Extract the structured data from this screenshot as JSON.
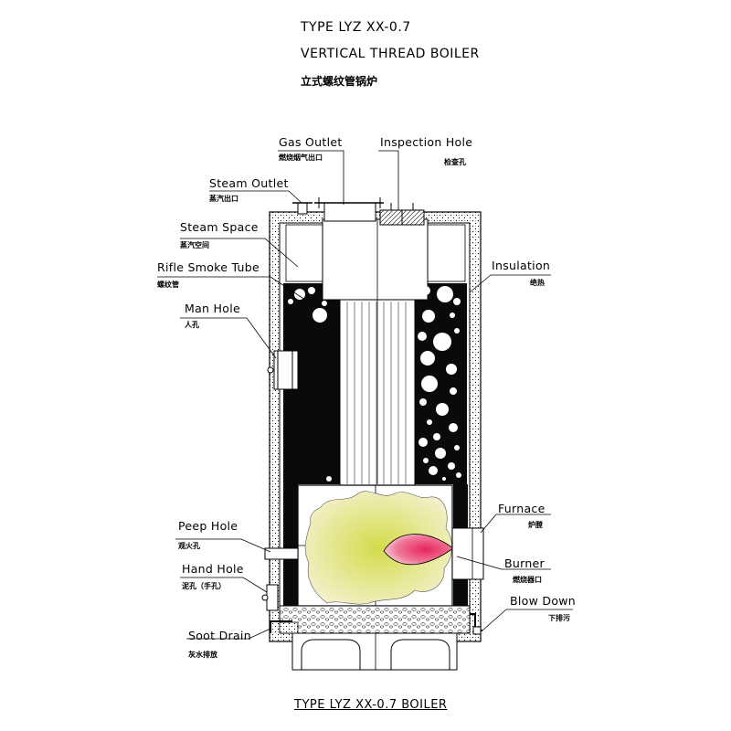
{
  "header": {
    "line1": "TYPE LYZ XX-0.7",
    "line2": "VERTICAL THREAD BOILER",
    "line3": "立式螺纹管锅炉"
  },
  "labels": {
    "gas_outlet": {
      "en": "Gas Outlet",
      "cn": "燃烧烟气出口"
    },
    "inspection_hole": {
      "en": "Inspection Hole",
      "cn": "检查孔"
    },
    "steam_outlet": {
      "en": "Steam Outlet",
      "cn": "蒸汽出口"
    },
    "steam_space": {
      "en": "Steam Space",
      "cn": "蒸汽空间"
    },
    "rifle_smoke_tube": {
      "en": "Rifle Smoke Tube",
      "cn": "螺纹管"
    },
    "insulation": {
      "en": "Insulation",
      "cn": "绝热"
    },
    "man_hole": {
      "en": "Man Hole",
      "cn": "人孔"
    },
    "furnace": {
      "en": "Furnace",
      "cn": "炉膛"
    },
    "peep_hole": {
      "en": "Peep Hole",
      "cn": "观火孔"
    },
    "burner": {
      "en": "Burner",
      "cn": "燃烧器口"
    },
    "hand_hole": {
      "en": "Hand Hole",
      "cn": "泥孔（手孔）"
    },
    "blow_down": {
      "en": "Blow Down",
      "cn": "下排污"
    },
    "soot_drain": {
      "en": "Soot Drain",
      "cn": "灰水排放"
    }
  },
  "footer": {
    "title": "TYPE LYZ XX-0.7 BOILER"
  },
  "colors": {
    "water": "#0a0a0a",
    "flame_outer": "#dfe38a",
    "flame_inner": "#e0406a",
    "insulation_fill": "#ffffff"
  }
}
